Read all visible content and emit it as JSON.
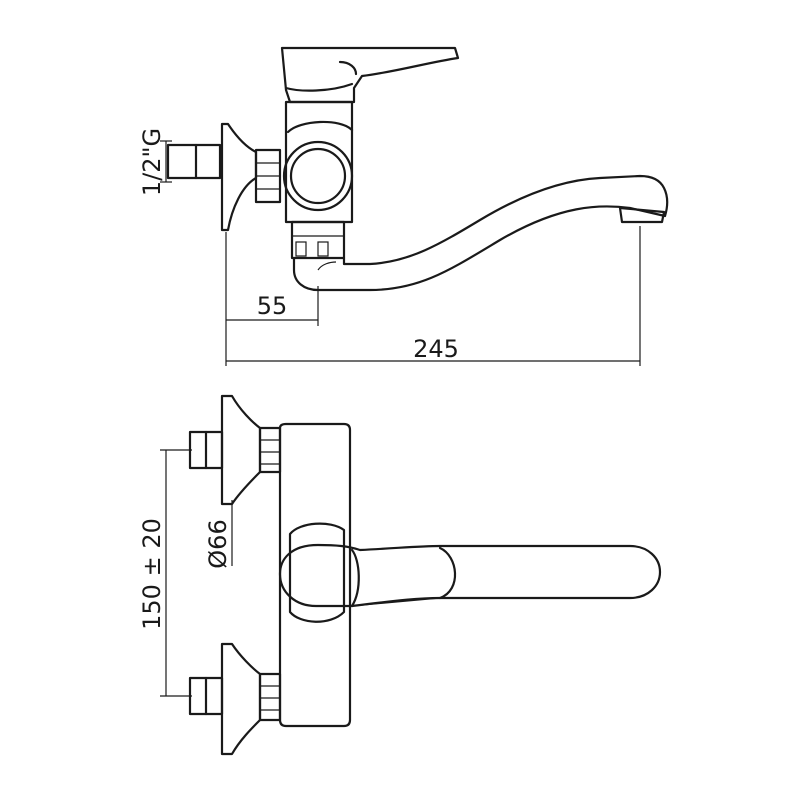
{
  "drawing": {
    "dim_thread": "1/2\"G",
    "dim_offset": "55",
    "dim_length": "245",
    "dim_diameter": "Ø66",
    "dim_spacing": "150 ± 20"
  }
}
